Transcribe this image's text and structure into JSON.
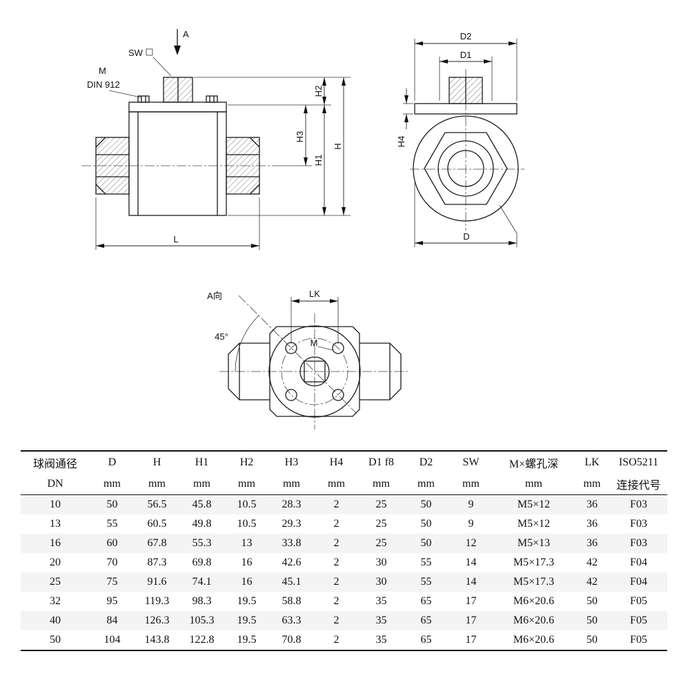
{
  "drawing": {
    "front_view": {
      "view_arrow": "A",
      "sw_label": "SW",
      "m_label": "M",
      "din_label": "DIN 912",
      "dims": {
        "h2": "H2",
        "h3": "H3",
        "h1": "H1",
        "h": "H",
        "l": "L"
      }
    },
    "side_view": {
      "dims": {
        "d2": "D2",
        "d1": "D1",
        "h4": "H4",
        "d": "D"
      }
    },
    "a_view": {
      "label": "A向",
      "angle": "45°",
      "m_label": "M",
      "dims": {
        "lk": "LK"
      }
    }
  },
  "table": {
    "headers": [
      {
        "line1": "球阀通径",
        "line2": "DN"
      },
      {
        "line1": "D",
        "line2": "mm"
      },
      {
        "line1": "H",
        "line2": "mm"
      },
      {
        "line1": "H1",
        "line2": "mm"
      },
      {
        "line1": "H2",
        "line2": "mm"
      },
      {
        "line1": "H3",
        "line2": "mm"
      },
      {
        "line1": "H4",
        "line2": "mm"
      },
      {
        "line1": "D1 f8",
        "line2": "mm"
      },
      {
        "line1": "D2",
        "line2": "mm"
      },
      {
        "line1": "SW",
        "line2": "mm"
      },
      {
        "line1": "M×螺孔深",
        "line2": "mm"
      },
      {
        "line1": "LK",
        "line2": "mm"
      },
      {
        "line1": "ISO5211",
        "line2": "连接代号"
      }
    ],
    "rows": [
      [
        "10",
        "50",
        "56.5",
        "45.8",
        "10.5",
        "28.3",
        "2",
        "25",
        "50",
        "9",
        "M5×12",
        "36",
        "F03"
      ],
      [
        "13",
        "55",
        "60.5",
        "49.8",
        "10.5",
        "29.3",
        "2",
        "25",
        "50",
        "9",
        "M5×12",
        "36",
        "F03"
      ],
      [
        "16",
        "60",
        "67.8",
        "55.3",
        "13",
        "33.8",
        "2",
        "25",
        "50",
        "12",
        "M5×13",
        "36",
        "F03"
      ],
      [
        "20",
        "70",
        "87.3",
        "69.8",
        "16",
        "42.6",
        "2",
        "30",
        "55",
        "14",
        "M5×17.3",
        "42",
        "F04"
      ],
      [
        "25",
        "75",
        "91.6",
        "74.1",
        "16",
        "45.1",
        "2",
        "30",
        "55",
        "14",
        "M5×17.3",
        "42",
        "F04"
      ],
      [
        "32",
        "95",
        "119.3",
        "98.3",
        "19.5",
        "58.8",
        "2",
        "35",
        "65",
        "17",
        "M6×20.6",
        "50",
        "F05"
      ],
      [
        "40",
        "84",
        "126.3",
        "105.3",
        "19.5",
        "63.3",
        "2",
        "35",
        "65",
        "17",
        "M6×20.6",
        "50",
        "F05"
      ],
      [
        "50",
        "104",
        "143.8",
        "122.8",
        "19.5",
        "70.8",
        "2",
        "35",
        "65",
        "17",
        "M6×20.6",
        "50",
        "F05"
      ]
    ]
  }
}
